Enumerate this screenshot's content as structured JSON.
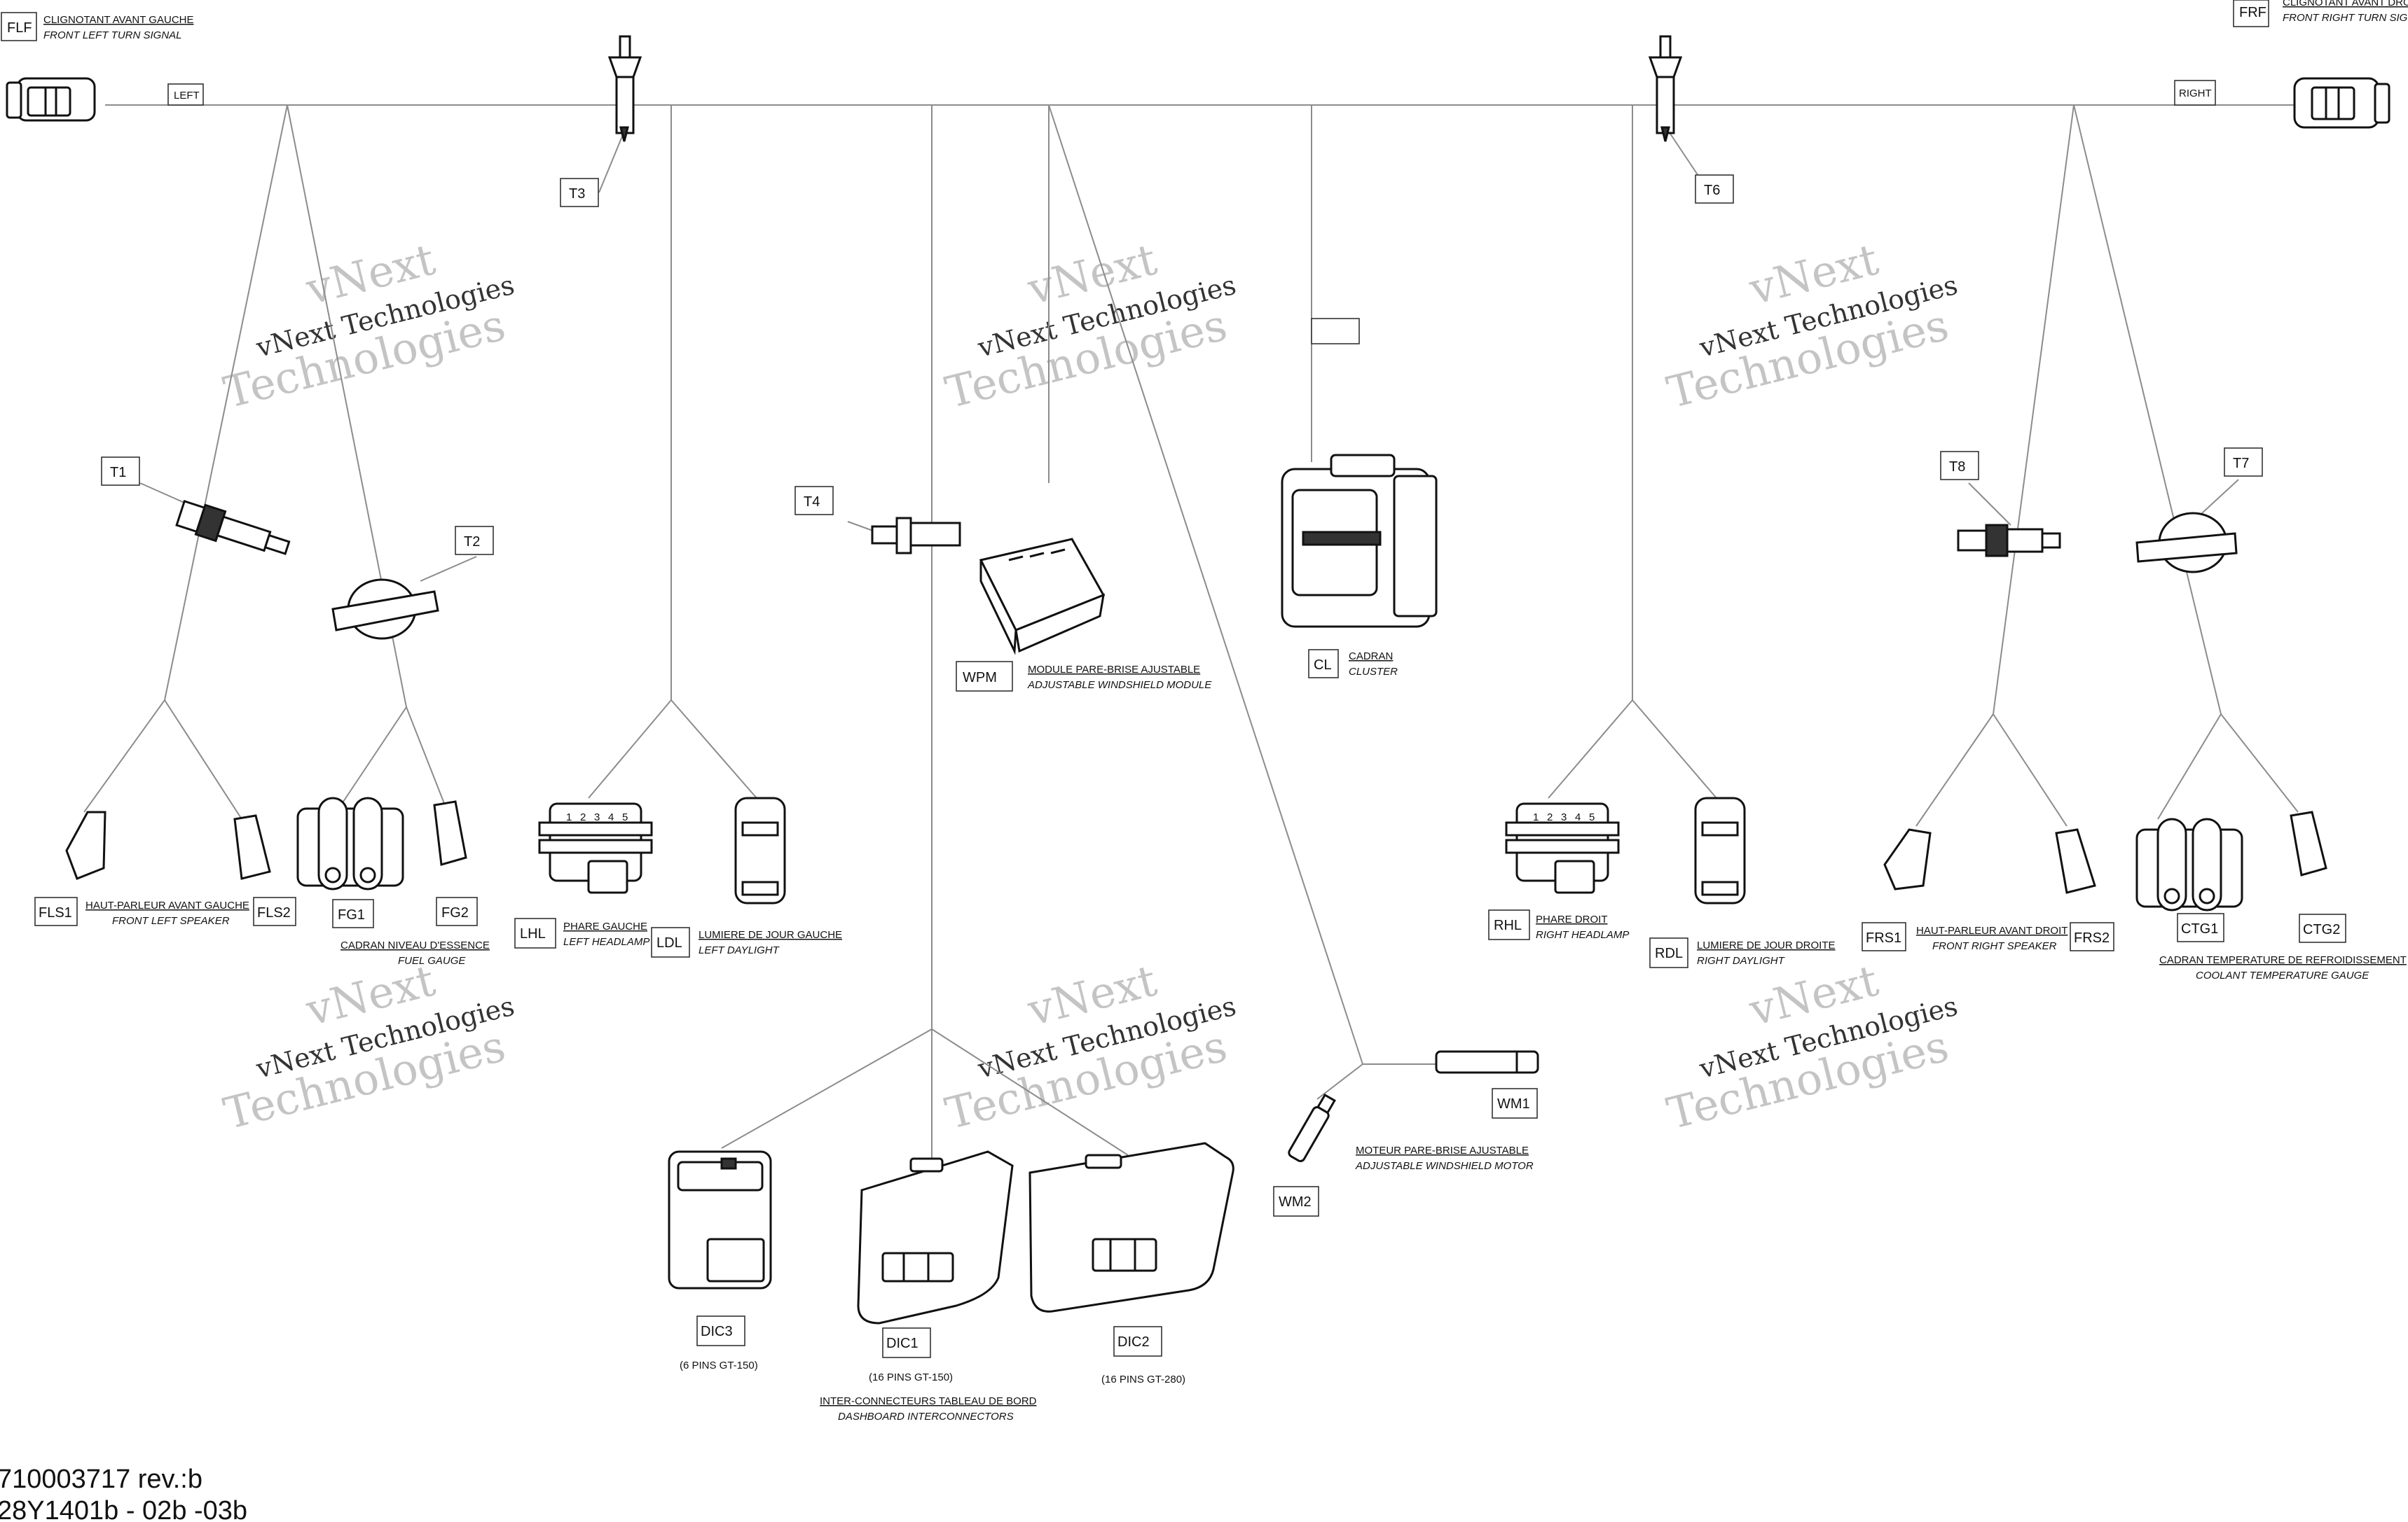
{
  "watermark": {
    "line1": "vNext",
    "line2": "vNext Technologies",
    "line3": "Technologies"
  },
  "wire_labels": {
    "left": "LEFT",
    "right": "RIGHT"
  },
  "components": {
    "FLF": {
      "code": "FLF",
      "fr": "CLIGNOTANT AVANT GAUCHE",
      "en": "FRONT LEFT TURN SIGNAL"
    },
    "FRF": {
      "code": "FRF",
      "fr": "CLIGNOTANT AVANT DROIT",
      "en": "FRONT RIGHT TURN SIGNAL"
    },
    "T1": {
      "code": "T1"
    },
    "T2": {
      "code": "T2"
    },
    "T3": {
      "code": "T3"
    },
    "T4": {
      "code": "T4"
    },
    "T6": {
      "code": "T6"
    },
    "T7": {
      "code": "T7"
    },
    "T8": {
      "code": "T8"
    },
    "WPM": {
      "code": "WPM",
      "fr": "MODULE PARE-BRISE AJUSTABLE",
      "en": "ADJUSTABLE WINDSHIELD MODULE"
    },
    "CL": {
      "code": "CL",
      "fr": "CADRAN",
      "en": "CLUSTER"
    },
    "FLS": {
      "code1": "FLS1",
      "code2": "FLS2",
      "fr": "HAUT-PARLEUR AVANT GAUCHE",
      "en": "FRONT LEFT SPEAKER"
    },
    "FG": {
      "code1": "FG1",
      "code2": "FG2",
      "fr": "CADRAN NIVEAU D'ESSENCE",
      "en": "FUEL GAUGE"
    },
    "LHL": {
      "code": "LHL",
      "fr": "PHARE GAUCHE",
      "en": "LEFT HEADLAMP"
    },
    "LDL": {
      "code": "LDL",
      "fr": "LUMIERE DE JOUR GAUCHE",
      "en": "LEFT DAYLIGHT"
    },
    "RHL": {
      "code": "RHL",
      "fr": "PHARE DROIT",
      "en": "RIGHT HEADLAMP"
    },
    "RDL": {
      "code": "RDL",
      "fr": "LUMIERE DE JOUR DROITE",
      "en": "RIGHT DAYLIGHT"
    },
    "FRS": {
      "code1": "FRS1",
      "code2": "FRS2",
      "fr": "HAUT-PARLEUR AVANT DROIT",
      "en": "FRONT RIGHT SPEAKER"
    },
    "CTG": {
      "code1": "CTG1",
      "code2": "CTG2",
      "fr": "CADRAN TEMPERATURE DE REFROIDISSEMENT",
      "en": "COOLANT TEMPERATURE GAUGE"
    },
    "WM": {
      "code1": "WM1",
      "code2": "WM2",
      "fr": "MOTEUR PARE-BRISE AJUSTABLE",
      "en": "ADJUSTABLE WINDSHIELD MOTOR"
    },
    "DIC": {
      "code1": "DIC1",
      "code2": "DIC2",
      "code3": "DIC3",
      "pins1": "(16 PINS GT-150)",
      "pins2": "(16 PINS GT-280)",
      "pins3": "(6 PINS GT-150)",
      "fr": "INTER-CONNECTEURS TABLEAU DE BORD",
      "en": "DASHBOARD INTERCONNECTORS"
    },
    "headlamp_pins": [
      "1",
      "2",
      "3",
      "4",
      "5"
    ]
  },
  "reference": {
    "line1": "710003717 rev.:b",
    "line2": "28Y1401b - 02b -03b"
  }
}
